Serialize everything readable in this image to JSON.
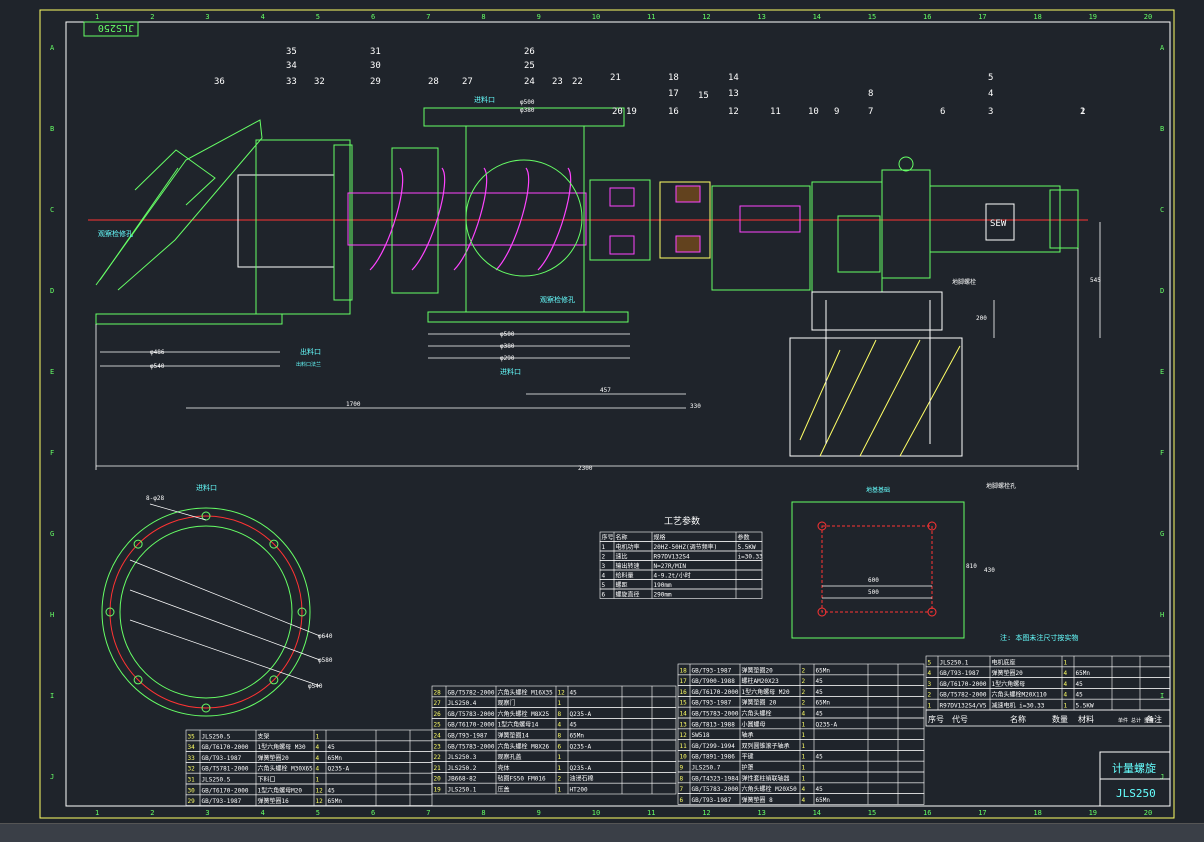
{
  "drawing": {
    "stamp": "JLS250",
    "title_cn": "计量螺旋",
    "model": "JLS250",
    "grid_cols": [
      "1",
      "2",
      "3",
      "4",
      "5",
      "6",
      "7",
      "8",
      "9",
      "10",
      "11",
      "12",
      "13",
      "14",
      "15",
      "16",
      "17",
      "18",
      "19",
      "20"
    ],
    "grid_rows": [
      "A",
      "B",
      "C",
      "D",
      "E",
      "F",
      "G",
      "H",
      "I",
      "J"
    ]
  },
  "callouts": [
    "36",
    "35",
    "34",
    "33",
    "31",
    "30",
    "29",
    "32",
    "28",
    "27",
    "26",
    "25",
    "24",
    "23",
    "22",
    "21",
    "20",
    "19",
    "18",
    "17",
    "16",
    "15",
    "14",
    "13",
    "12",
    "11",
    "10",
    "9",
    "8",
    "7",
    "6",
    "5",
    "4",
    "3",
    "2",
    "1"
  ],
  "labels": {
    "inlet": "进料口",
    "outlet": "出料口",
    "inspect_hole": "观察检修孔",
    "inspect_hole2": "观察检修孔",
    "feed_port": "进料口",
    "ground": "地基基础",
    "anchor": "地脚螺栓",
    "outlet_note": "出料口法兰",
    "flange_view": "进料口",
    "flange_dim": "8-φ28",
    "motor_brand": "SEW",
    "note_bottom": "注: 本图未注尺寸按实物",
    "anchor_note": "地脚螺栓孔"
  },
  "dimensions": [
    "φ500",
    "φ380",
    "φ486",
    "φ540",
    "φ500",
    "φ380",
    "φ290",
    "1700",
    "2300",
    "457",
    "φ640",
    "φ580",
    "φ540",
    "545",
    "200",
    "600",
    "500",
    "810",
    "430",
    "330"
  ],
  "process_params": {
    "title": "工艺参数",
    "headers": [
      "序号",
      "名称",
      "规格",
      "参数"
    ],
    "rows": [
      [
        "1",
        "电机功率",
        "20HZ-50HZ(调节频率)",
        "5.5KW"
      ],
      [
        "2",
        "速比",
        "R97DV132S4",
        "i=30.33"
      ],
      [
        "3",
        "输出转速",
        "N=27R/MIN",
        ""
      ],
      [
        "4",
        "给料量",
        "4-9.2t/小时",
        ""
      ],
      [
        "5",
        "螺距",
        "190mm",
        ""
      ],
      [
        "6",
        "螺旋直径",
        "290mm",
        ""
      ]
    ]
  },
  "bom_left": [
    [
      "35",
      "JLS250.5",
      "支架",
      "1",
      "",
      "",
      ""
    ],
    [
      "34",
      "GB/T6170-2000",
      "1型六角螺母 M30",
      "4",
      "45",
      "",
      ""
    ],
    [
      "33",
      "GB/T93-1987",
      "弹簧垫圈20",
      "4",
      "65Mn",
      "",
      ""
    ],
    [
      "32",
      "GB/T5781-2000",
      "六角头螺栓 M30X65",
      "4",
      "Q235-A",
      "",
      ""
    ],
    [
      "31",
      "JLS250.5",
      "下料口",
      "1",
      "",
      "",
      ""
    ],
    [
      "30",
      "GB/T6170-2000",
      "1型六角螺母M20",
      "12",
      "45",
      "",
      ""
    ],
    [
      "29",
      "GB/T93-1987",
      "弹簧垫圈16",
      "12",
      "65Mn",
      "",
      ""
    ]
  ],
  "bom_mid": [
    [
      "28",
      "GB/T5782-2000",
      "六角头螺栓 M16X35",
      "12",
      "45",
      "",
      ""
    ],
    [
      "27",
      "JLS250.4",
      "观察门",
      "1",
      "",
      "",
      ""
    ],
    [
      "26",
      "GB/T5783-2000",
      "六角头螺栓 M8X25",
      "8",
      "Q235-A",
      "",
      ""
    ],
    [
      "25",
      "GB/T6170-2000",
      "1型六角螺母14",
      "4",
      "45",
      "",
      ""
    ],
    [
      "24",
      "GB/T93-1987",
      "弹簧垫圈14",
      "8",
      "65Mn",
      "",
      ""
    ],
    [
      "23",
      "GB/T5783-2000",
      "六角头螺栓 M8X26",
      "6",
      "Q235-A",
      "",
      ""
    ],
    [
      "22",
      "JLS250.3",
      "观察孔盖",
      "1",
      "",
      "",
      ""
    ],
    [
      "21",
      "JLS250.2",
      "壳体",
      "1",
      "Q235-A",
      "",
      ""
    ],
    [
      "20",
      "JB668-82",
      "毡圈FS50 FM016",
      "2",
      "油浸石棉",
      "",
      ""
    ],
    [
      "19",
      "JLS250.1",
      "压盖",
      "1",
      "HT200",
      "",
      ""
    ]
  ],
  "bom_right": [
    [
      "18",
      "GB/T93-1987",
      "弹簧垫圈20",
      "2",
      "65Mn",
      "",
      ""
    ],
    [
      "17",
      "GB/T900-1988",
      "螺柱AM20X23",
      "2",
      "45",
      "",
      ""
    ],
    [
      "16",
      "GB/T6170-2000",
      "1型六角螺母 M20",
      "2",
      "45",
      "",
      ""
    ],
    [
      "15",
      "GB/T93-1987",
      "弹簧垫圈 20",
      "2",
      "65Mn",
      "",
      ""
    ],
    [
      "14",
      "GB/T5783-2000",
      "六角头螺栓",
      "4",
      "45",
      "",
      ""
    ],
    [
      "13",
      "GB/T813-1988",
      "小圆螺母",
      "1",
      "Q235-A",
      "",
      ""
    ],
    [
      "12",
      "SW518",
      "轴承",
      "1",
      "",
      "",
      ""
    ],
    [
      "11",
      "GB/T299-1994",
      "双列圆锥滚子轴承",
      "1",
      "",
      "",
      ""
    ],
    [
      "10",
      "GB/T891-1986",
      "平键",
      "1",
      "45",
      "",
      ""
    ],
    [
      "9",
      "JLS250.7",
      "护罩",
      "1",
      "",
      "",
      ""
    ],
    [
      "8",
      "GB/T4323-1984",
      "弹性套柱销联轴器",
      "1",
      "",
      "",
      ""
    ],
    [
      "7",
      "GB/T5783-2000",
      "六角头螺栓 M20X50",
      "4",
      "45",
      "",
      ""
    ],
    [
      "6",
      "GB/T93-1987",
      "弹簧垫圈 8",
      "4",
      "65Mn",
      "",
      ""
    ]
  ],
  "bom_top": [
    [
      "5",
      "JLS250.1",
      "电机底座",
      "1",
      "",
      "",
      ""
    ],
    [
      "4",
      "GB/T93-1987",
      "弹簧垫圈20",
      "4",
      "65Mn",
      "",
      ""
    ],
    [
      "3",
      "GB/T6170-2000",
      "1型六角螺母",
      "4",
      "45",
      "",
      ""
    ],
    [
      "2",
      "GB/T5782-2000",
      "六角头螺栓M20X110",
      "4",
      "45",
      "",
      ""
    ],
    [
      "1",
      "R97DV132S4/V5",
      "减速电机 i=30.33",
      "1",
      "5.5KW",
      "",
      ""
    ]
  ],
  "bom_header": [
    "序号",
    "代号",
    "名称",
    "数量",
    "材料",
    "单件 总计 重量",
    "备注"
  ],
  "colors": {
    "bg": "#1f242b",
    "line": "#ffffff",
    "green": "#66ff66",
    "magenta": "#ff44ff",
    "red": "#ff3333",
    "yellow": "#ffff66",
    "cyan": "#66ffff"
  }
}
